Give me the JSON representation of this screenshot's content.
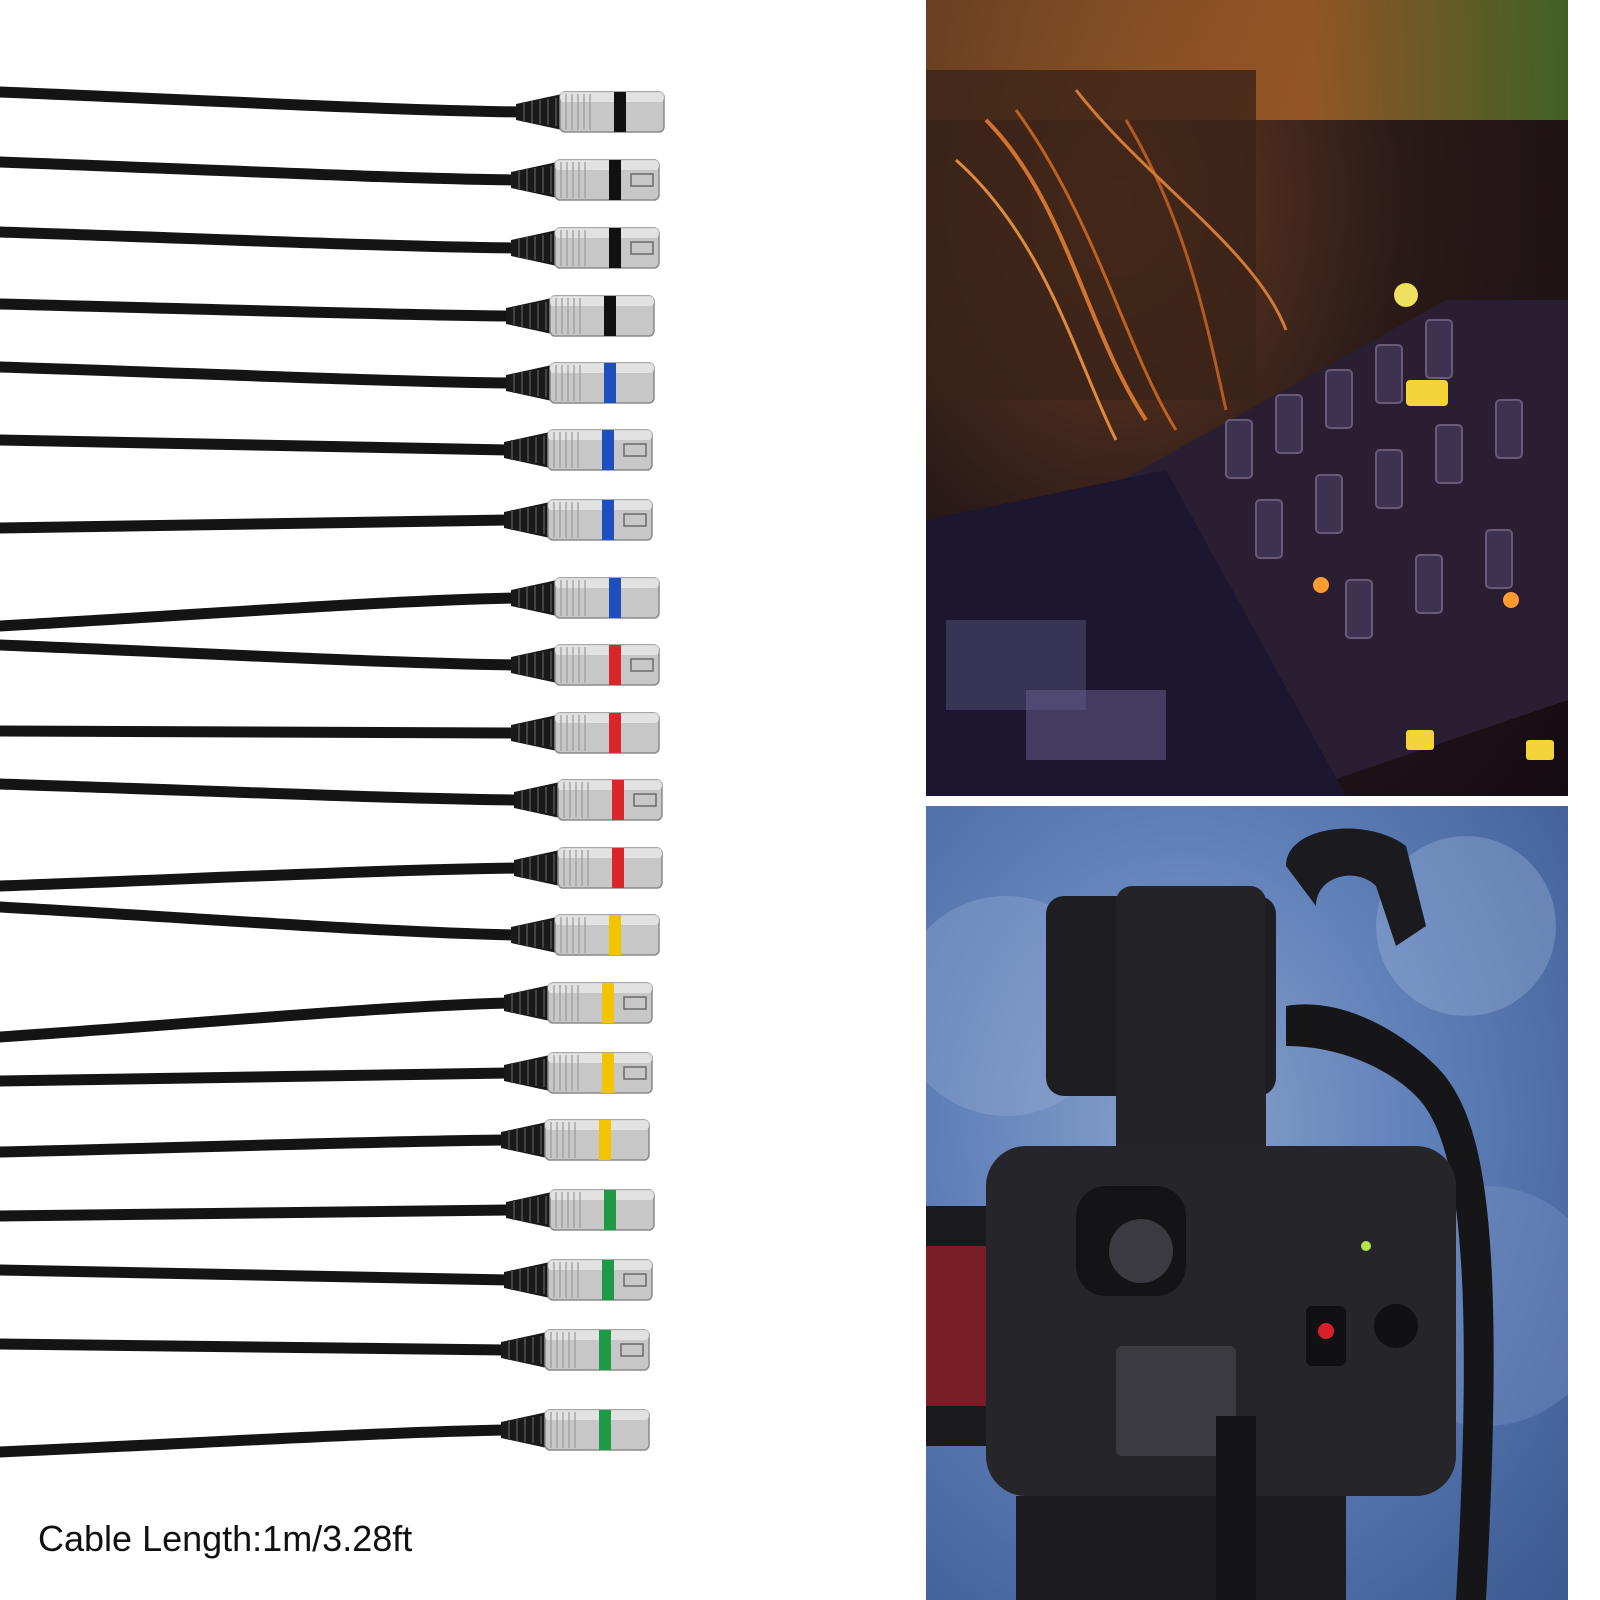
{
  "caption": {
    "text": "Cable Length:1m/3.28ft"
  },
  "colors": {
    "cable": "#141414",
    "connector_silver": "#c7c7c7",
    "boot": "#1a1a1a",
    "bands": {
      "black": "#111111",
      "blue": "#1f4fbf",
      "red": "#d8262b",
      "yellow": "#f2c400",
      "green": "#1e9a45"
    }
  },
  "cables": [
    {
      "band": "black",
      "type": "male"
    },
    {
      "band": "black",
      "type": "female"
    },
    {
      "band": "black",
      "type": "female"
    },
    {
      "band": "black",
      "type": "male"
    },
    {
      "band": "blue",
      "type": "male"
    },
    {
      "band": "blue",
      "type": "female"
    },
    {
      "band": "blue",
      "type": "female"
    },
    {
      "band": "blue",
      "type": "male"
    },
    {
      "band": "red",
      "type": "female"
    },
    {
      "band": "red",
      "type": "male"
    },
    {
      "band": "red",
      "type": "female"
    },
    {
      "band": "red",
      "type": "male"
    },
    {
      "band": "yellow",
      "type": "male"
    },
    {
      "band": "yellow",
      "type": "female"
    },
    {
      "band": "yellow",
      "type": "female"
    },
    {
      "band": "yellow",
      "type": "male"
    },
    {
      "band": "green",
      "type": "male"
    },
    {
      "band": "green",
      "type": "female"
    },
    {
      "band": "green",
      "type": "female"
    },
    {
      "band": "green",
      "type": "male"
    }
  ],
  "photos": {
    "top": {
      "subject": "audio-mixer-console-icon"
    },
    "bottom": {
      "subject": "video-camera-icon"
    }
  }
}
